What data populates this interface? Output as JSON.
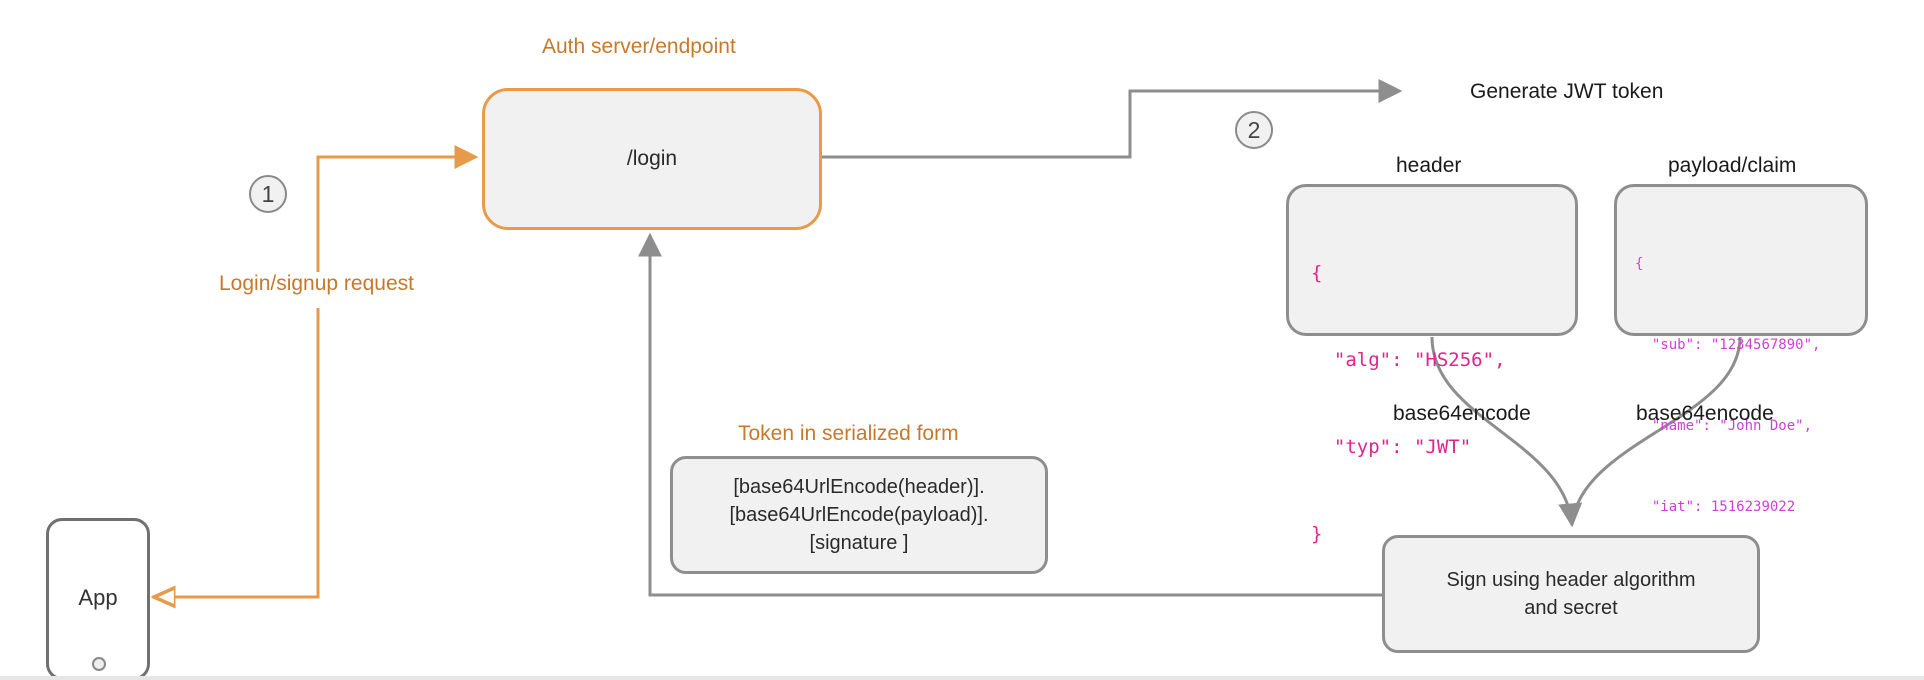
{
  "nodes": {
    "auth_title": "Auth server/endpoint",
    "login": "/login",
    "login_request": "Login/signup request",
    "step1": "1",
    "step2": "2",
    "generate": "Generate JWT token",
    "header_title": "header",
    "payload_title": "payload/claim",
    "b64_left": "base64encode",
    "b64_right": "base64encode",
    "token_title": "Token in serialized form",
    "token_line1": "[base64UrlEncode(header)].",
    "token_line2": "[base64UrlEncode(payload)].",
    "token_line3": "[signature ]",
    "sign_line1": "Sign using header algorithm",
    "sign_line2": "and secret",
    "app": "App"
  },
  "header_json": {
    "open": "{",
    "alg_key": "\"alg\"",
    "alg_val": "\"HS256\"",
    "typ_key": "\"typ\"",
    "typ_val": "\"JWT\"",
    "close": "}"
  },
  "payload_json": {
    "open": "{",
    "sub_key": "\"sub\"",
    "sub_val": "\"1234567890\"",
    "name_key": "\"name\"",
    "name_val": "\"John Doe\"",
    "iat_key": "\"iat\"",
    "iat_val": "1516239022",
    "close": "}"
  },
  "colors": {
    "orange": "#e69a4a",
    "gray_line": "#8e8e8e",
    "magenta": "#e0248a"
  }
}
